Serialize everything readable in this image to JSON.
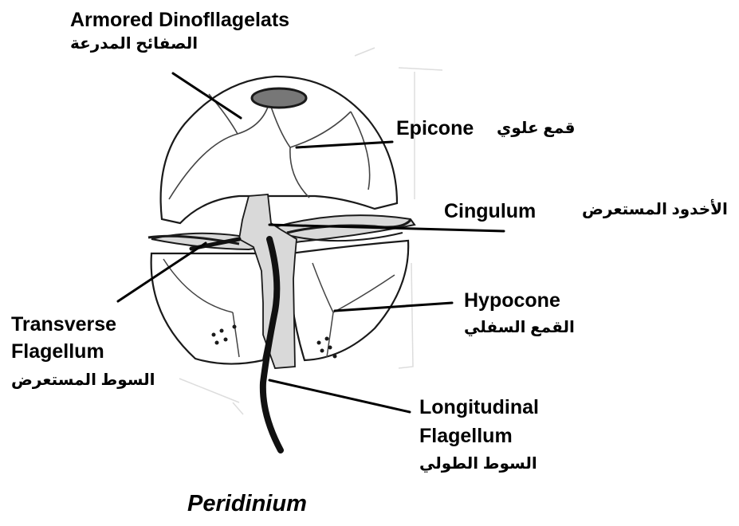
{
  "labels": {
    "armored": {
      "en": "Armored Dinofllagelats",
      "ar": "الصفائح المدرعة"
    },
    "epicone": {
      "en": "Epicone",
      "ar": "قمع علوي"
    },
    "cingulum": {
      "en": "Cingulum",
      "ar": "الأخدود المستعرض"
    },
    "hypocone": {
      "en": "Hypocone",
      "ar": "القمع السفلي"
    },
    "transverse": {
      "en_line1": "Transverse",
      "en_line2": "Flagellum",
      "ar": "السوط المستعرض"
    },
    "longitudinal": {
      "en_line1": "Longitudinal",
      "en_line2": "Flagellum",
      "ar": "السوط الطولي"
    }
  },
  "caption": "Peridinium",
  "colors": {
    "outline": "#1a1a1a",
    "plate_fill": "#ffffff",
    "groove_fill": "#d9d9d9",
    "pore_fill": "#777777",
    "leader_line": "#000000",
    "faint_guides": "#dddddd"
  }
}
